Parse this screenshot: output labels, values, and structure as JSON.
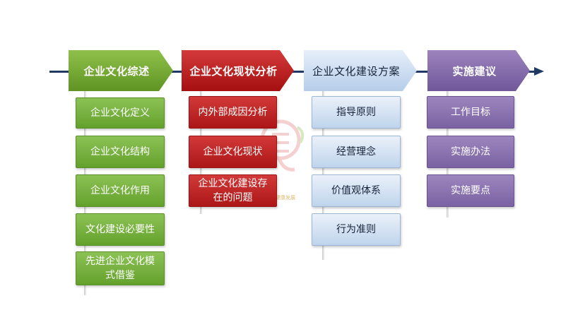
{
  "columns": [
    {
      "header": "企业文化综述",
      "items": [
        "企业文化定义",
        "企业文化结构",
        "企业文化作用",
        "文化建设必要性",
        "先进企业文化模\n式借鉴"
      ]
    },
    {
      "header": "企业文化现状分析",
      "items": [
        "内外部成因分析",
        "企业文化现状",
        "企业文化建设存\n在的问题"
      ]
    },
    {
      "header": "企业文化建设方案",
      "items": [
        "指导原则",
        "经营理念",
        "价值观体系",
        "行为准则"
      ]
    },
    {
      "header": "实施建议",
      "items": [
        "工作目标",
        "实施办法",
        "实施要点"
      ]
    }
  ],
  "watermark": {
    "text": "医生自媒企业健康发展"
  },
  "colors": {
    "green": "#6fa534",
    "red": "#b81c1c",
    "blue": "#c9dbef",
    "purple": "#7e67a6",
    "timeline": "#1f3864"
  }
}
